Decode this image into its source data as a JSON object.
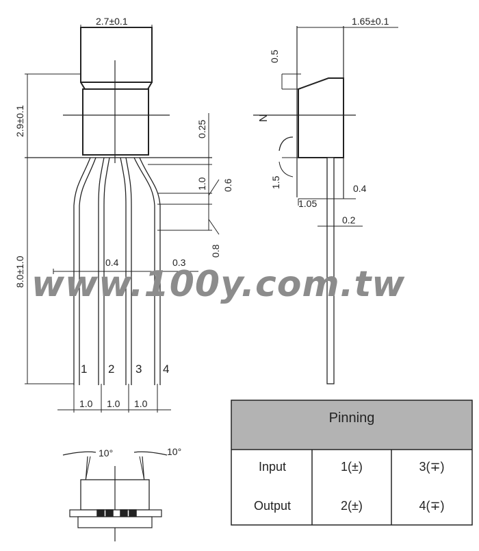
{
  "dimensions": {
    "top_width": "2.7±0.1",
    "side_width": "1.65±0.1",
    "body_height": "2.9±0.1",
    "total_length": "8.0±1.0",
    "side_top": "0.5",
    "side_n": "N",
    "side_flange": "1.5",
    "side_04": "0.4",
    "side_105": "1.05",
    "side_02": "0.2",
    "front_025": "0.25",
    "front_10v": "1.0",
    "front_06": "0.6",
    "front_08": "0.8",
    "lead_04": "0.4",
    "lead_03": "0.3",
    "pitch_1": "1.0",
    "pitch_2": "1.0",
    "pitch_3": "1.0",
    "angle_left": "10°",
    "angle_right": "10°"
  },
  "pins": [
    "1",
    "2",
    "3",
    "4"
  ],
  "watermark": "www.100y.com.tw",
  "pinning_table": {
    "title": "Pinning",
    "rows": [
      {
        "label": "Input",
        "a": "1(±)",
        "b": "3(∓)"
      },
      {
        "label": "Output",
        "a": "2(±)",
        "b": "4(∓)"
      }
    ]
  },
  "colors": {
    "table_header": "#b3b3b3",
    "watermark": "#8c8c8c",
    "line": "#222222"
  }
}
